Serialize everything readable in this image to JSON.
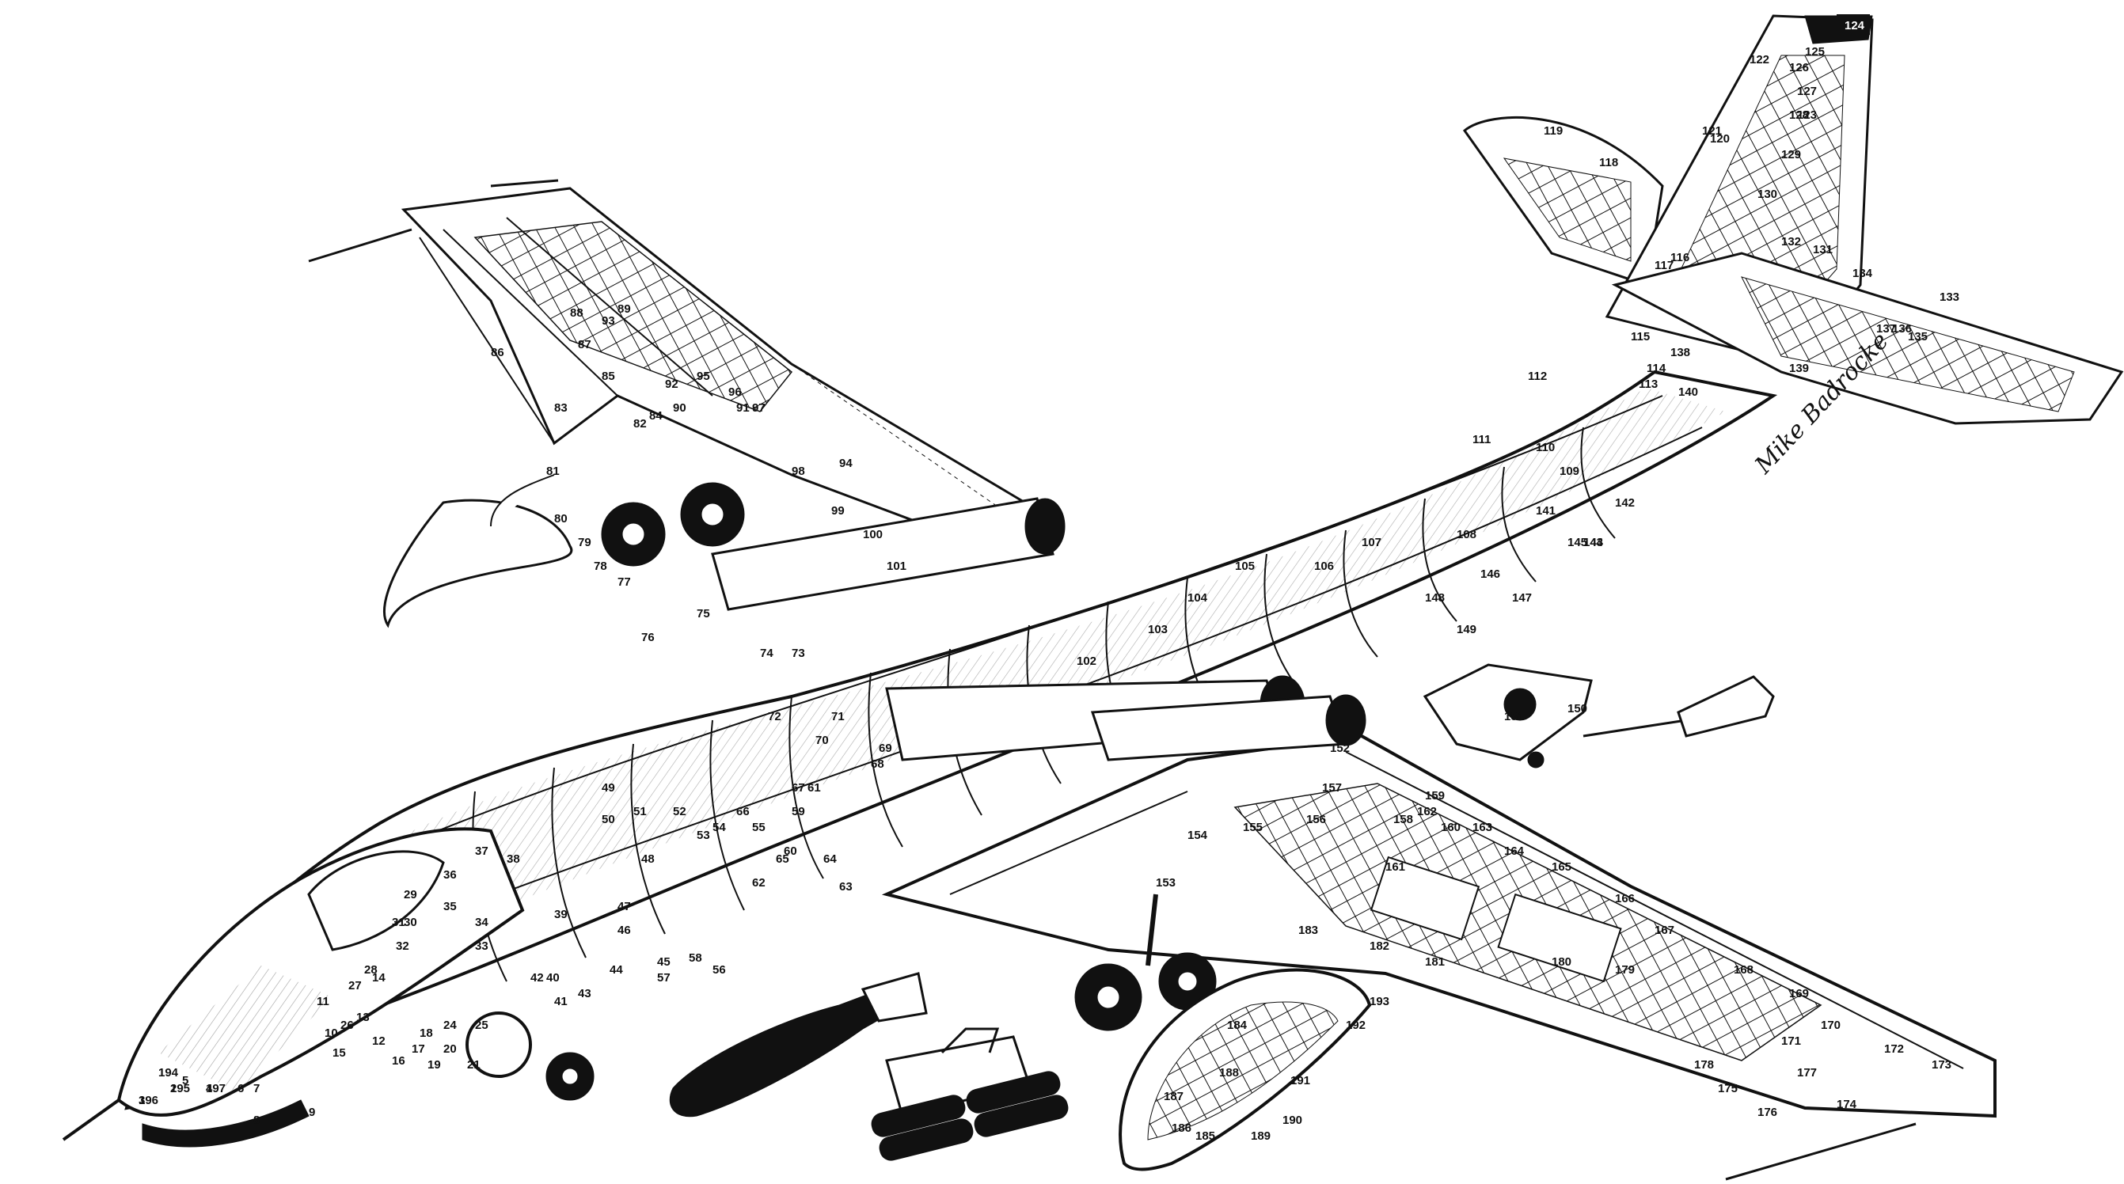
{
  "signature": "Mike Badrocke",
  "top_tag": "124",
  "callouts": [
    "1",
    "2",
    "3",
    "4",
    "5",
    "6",
    "7",
    "8",
    "9",
    "10",
    "11",
    "12",
    "13",
    "14",
    "15",
    "16",
    "17",
    "18",
    "19",
    "20",
    "21",
    "24",
    "25",
    "26",
    "27",
    "28",
    "29",
    "30",
    "31",
    "32",
    "33",
    "34",
    "35",
    "36",
    "37",
    "38",
    "39",
    "40",
    "41",
    "42",
    "43",
    "44",
    "45",
    "46",
    "47",
    "48",
    "49",
    "50",
    "51",
    "52",
    "53",
    "54",
    "55",
    "56",
    "57",
    "58",
    "59",
    "60",
    "61",
    "62",
    "63",
    "64",
    "65",
    "66",
    "67",
    "68",
    "69",
    "70",
    "71",
    "72",
    "73",
    "74",
    "75",
    "76",
    "77",
    "78",
    "79",
    "80",
    "81",
    "82",
    "83",
    "84",
    "85",
    "86",
    "87",
    "88",
    "89",
    "90",
    "91",
    "92",
    "93",
    "94",
    "95",
    "96",
    "97",
    "98",
    "99",
    "100",
    "101",
    "102",
    "103",
    "104",
    "105",
    "106",
    "107",
    "108",
    "109",
    "110",
    "111",
    "112",
    "113",
    "114",
    "115",
    "116",
    "117",
    "118",
    "119",
    "120",
    "121",
    "122",
    "123",
    "125",
    "126",
    "127",
    "128",
    "129",
    "130",
    "131",
    "132",
    "133",
    "134",
    "135",
    "136",
    "137",
    "138",
    "139",
    "140",
    "141",
    "142",
    "143",
    "144",
    "145",
    "146",
    "147",
    "148",
    "149",
    "150",
    "151",
    "152",
    "153",
    "154",
    "155",
    "156",
    "157",
    "158",
    "159",
    "160",
    "161",
    "162",
    "163",
    "164",
    "165",
    "166",
    "167",
    "168",
    "169",
    "170",
    "171",
    "172",
    "173",
    "174",
    "175",
    "176",
    "177",
    "178",
    "179",
    "180",
    "181",
    "182",
    "183",
    "184",
    "185",
    "186",
    "187",
    "188",
    "189",
    "190",
    "191",
    "192",
    "193",
    "194",
    "195",
    "196",
    "197"
  ],
  "colors": {
    "ink": "#111111",
    "paper": "#ffffff"
  }
}
